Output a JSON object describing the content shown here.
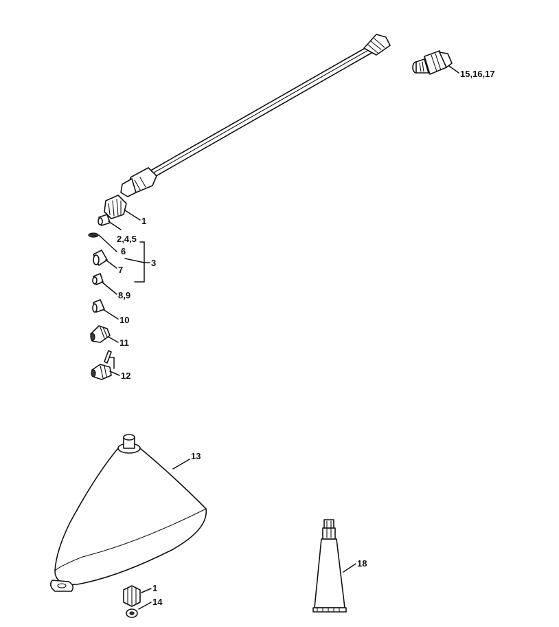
{
  "callouts": {
    "c1_top": "1",
    "c2_4_5": "2,4,5",
    "c3": "3",
    "c6": "6",
    "c7": "7",
    "c8_9": "8,9",
    "c10": "10",
    "c11": "11",
    "c12": "12",
    "c13": "13",
    "c1_bottom": "1",
    "c14": "14",
    "c15_16_17": "15,16,17",
    "c18": "18"
  }
}
